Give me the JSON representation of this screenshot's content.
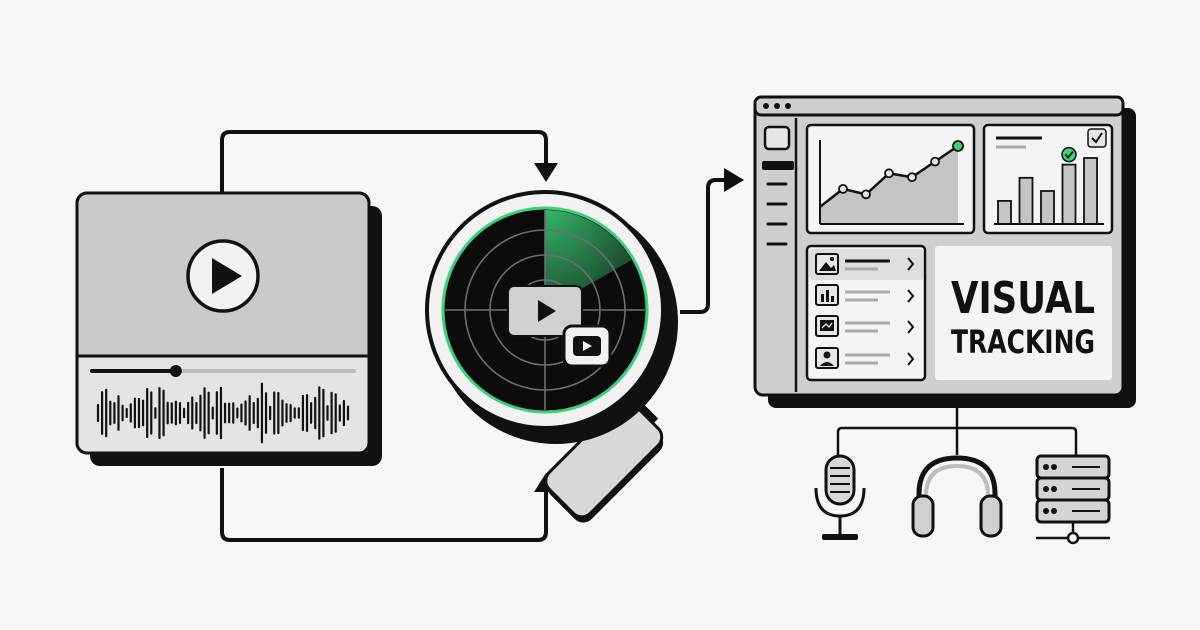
{
  "headline": {
    "line1": "VISUAL",
    "line2": "TRACKING"
  },
  "colors": {
    "ink": "#111111",
    "panel_gray": "#c9c9c9",
    "light_gray": "#e2e2e2",
    "accent_green": "#3ecf7a",
    "lens_dark": "#0c0c0c",
    "background": "#f6f6f6"
  },
  "icons": {
    "video_player": "play-circle-icon",
    "scrubber": "progress-scrubber",
    "waveform": "audio-waveform-icon",
    "scanner": "magnifying-glass-radar-icon",
    "video_badge": "video-play-badge-icon",
    "microphone": "microphone-icon",
    "headphones": "headphones-icon",
    "server": "server-rack-icon",
    "list_items": [
      "image-icon",
      "bar-chart-icon",
      "video-thumbnail-icon",
      "user-icon"
    ]
  },
  "chart_data": [
    {
      "type": "area",
      "values": [
        0.22,
        0.45,
        0.38,
        0.65,
        0.6,
        0.8,
        1.0
      ],
      "highlight_last": true
    },
    {
      "type": "bar",
      "values": [
        0.35,
        0.7,
        0.5,
        0.9,
        1.0
      ],
      "checked_index": 3
    }
  ],
  "playback": {
    "progress": 0.32
  }
}
